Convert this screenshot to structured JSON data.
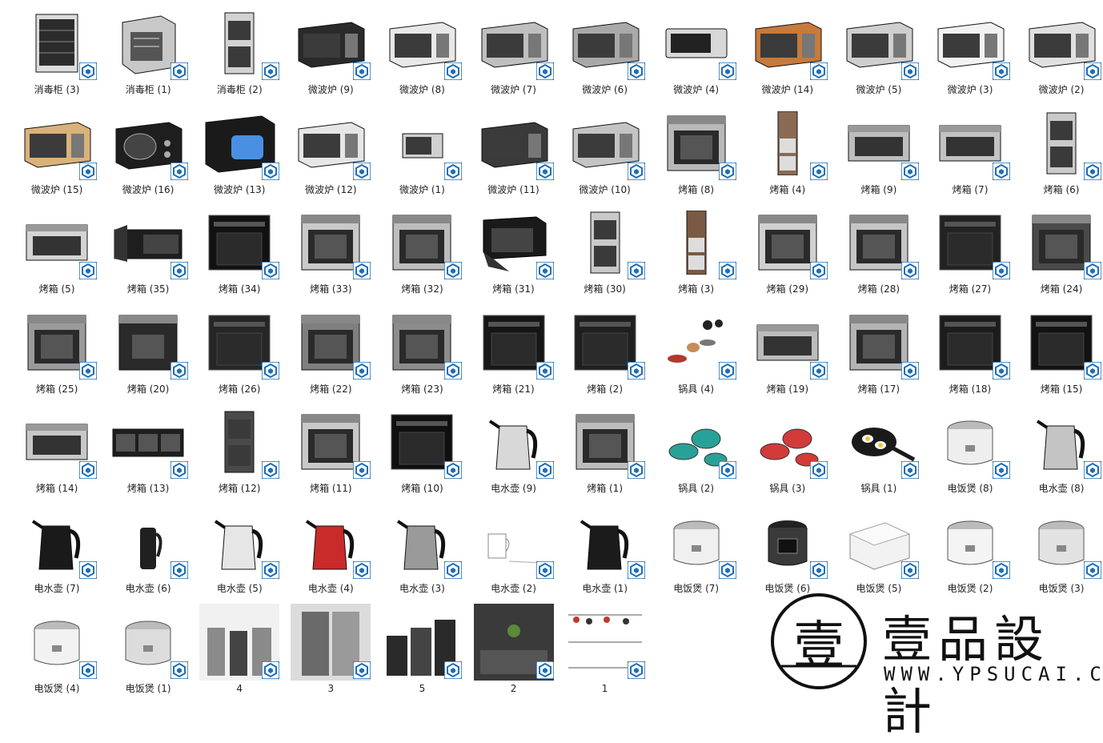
{
  "items": [
    {
      "label": "消毒柜 (3)",
      "kind": "cabinet",
      "color": "#dcdcdc"
    },
    {
      "label": "消毒柜 (1)",
      "kind": "cabinet-open",
      "color": "#c8c8c8"
    },
    {
      "label": "消毒柜 (2)",
      "kind": "double-oven",
      "color": "#d2d2d2"
    },
    {
      "label": "微波炉 (9)",
      "kind": "microwave",
      "color": "#2a2a2a"
    },
    {
      "label": "微波炉 (8)",
      "kind": "microwave",
      "color": "#e8e8e8"
    },
    {
      "label": "微波炉 (7)",
      "kind": "microwave",
      "color": "#bfbfbf"
    },
    {
      "label": "微波炉 (6)",
      "kind": "microwave",
      "color": "#a9a9a9"
    },
    {
      "label": "微波炉 (4)",
      "kind": "microwave-flat",
      "color": "#d8d8d8"
    },
    {
      "label": "微波炉 (14)",
      "kind": "microwave",
      "color": "#c67a3b"
    },
    {
      "label": "微波炉 (5)",
      "kind": "microwave",
      "color": "#cfcfcf"
    },
    {
      "label": "微波炉 (3)",
      "kind": "microwave",
      "color": "#f2f2f2"
    },
    {
      "label": "微波炉 (2)",
      "kind": "microwave",
      "color": "#e0e0e0"
    },
    {
      "label": "微波炉 (15)",
      "kind": "microwave",
      "color": "#d9b27a"
    },
    {
      "label": "微波炉 (16)",
      "kind": "microwave-round",
      "color": "#1e1e1e"
    },
    {
      "label": "微波炉 (13)",
      "kind": "microwave-blue",
      "color": "#1a1a1a"
    },
    {
      "label": "微波炉 (12)",
      "kind": "microwave",
      "color": "#e6e6e6"
    },
    {
      "label": "微波炉 (1)",
      "kind": "microwave-small",
      "color": "#d0d0d0"
    },
    {
      "label": "微波炉 (11)",
      "kind": "microwave",
      "color": "#3a3a3a"
    },
    {
      "label": "微波炉 (10)",
      "kind": "microwave",
      "color": "#c4c4c4"
    },
    {
      "label": "烤箱 (8)",
      "kind": "oven",
      "color": "#b9b9b9"
    },
    {
      "label": "烤箱 (4)",
      "kind": "oven-column",
      "color": "#8a6a52"
    },
    {
      "label": "烤箱 (9)",
      "kind": "oven-flat",
      "color": "#bdbdbd"
    },
    {
      "label": "烤箱 (7)",
      "kind": "oven-flat",
      "color": "#c2c2c2"
    },
    {
      "label": "烤箱 (6)",
      "kind": "double-oven",
      "color": "#cacaca"
    },
    {
      "label": "烤箱 (5)",
      "kind": "oven-flat",
      "color": "#d4d4d4"
    },
    {
      "label": "烤箱 (35)",
      "kind": "microwave-open",
      "color": "#1e1e1e"
    },
    {
      "label": "烤箱 (34)",
      "kind": "oven-black",
      "color": "#111111"
    },
    {
      "label": "烤箱 (33)",
      "kind": "oven",
      "color": "#c9c9c9"
    },
    {
      "label": "烤箱 (32)",
      "kind": "oven",
      "color": "#bdbdbd"
    },
    {
      "label": "烤箱 (31)",
      "kind": "oven-open",
      "color": "#1a1a1a"
    },
    {
      "label": "烤箱 (30)",
      "kind": "double-oven",
      "color": "#c9c9c9"
    },
    {
      "label": "烤箱 (3)",
      "kind": "oven-column",
      "color": "#7a5a44"
    },
    {
      "label": "烤箱 (29)",
      "kind": "oven",
      "color": "#d0d0d0"
    },
    {
      "label": "烤箱 (28)",
      "kind": "oven",
      "color": "#c5c5c5"
    },
    {
      "label": "烤箱 (27)",
      "kind": "oven-black",
      "color": "#222222"
    },
    {
      "label": "烤箱 (24)",
      "kind": "oven",
      "color": "#4a4a4a"
    },
    {
      "label": "烤箱 (25)",
      "kind": "oven",
      "color": "#9a9a9a"
    },
    {
      "label": "烤箱 (20)",
      "kind": "oven",
      "color": "#2a2a2a"
    },
    {
      "label": "烤箱 (26)",
      "kind": "oven-black",
      "color": "#262626"
    },
    {
      "label": "烤箱 (22)",
      "kind": "oven",
      "color": "#7f7f7f"
    },
    {
      "label": "烤箱 (23)",
      "kind": "oven",
      "color": "#8d8d8d"
    },
    {
      "label": "烤箱 (21)",
      "kind": "oven-black",
      "color": "#161616"
    },
    {
      "label": "烤箱 (2)",
      "kind": "oven-black",
      "color": "#1f1f1f"
    },
    {
      "label": "锅具 (4)",
      "kind": "cookware",
      "color": "#b03a2e"
    },
    {
      "label": "烤箱 (19)",
      "kind": "oven-flat",
      "color": "#bcbcbc"
    },
    {
      "label": "烤箱 (17)",
      "kind": "oven",
      "color": "#b4b4b4"
    },
    {
      "label": "烤箱 (18)",
      "kind": "oven-black",
      "color": "#1c1c1c"
    },
    {
      "label": "烤箱 (15)",
      "kind": "oven-black",
      "color": "#121212"
    },
    {
      "label": "烤箱 (14)",
      "kind": "oven-flat",
      "color": "#c8c8c8"
    },
    {
      "label": "烤箱 (13)",
      "kind": "oven-row",
      "color": "#1e1e1e"
    },
    {
      "label": "烤箱 (12)",
      "kind": "double-oven",
      "color": "#4a4a4a"
    },
    {
      "label": "烤箱 (11)",
      "kind": "oven",
      "color": "#c8c8c8"
    },
    {
      "label": "烤箱 (10)",
      "kind": "oven-black",
      "color": "#0f0f0f"
    },
    {
      "label": "电水壶 (9)",
      "kind": "kettle",
      "color": "#d8d8d8"
    },
    {
      "label": "烤箱 (1)",
      "kind": "oven",
      "color": "#bdbdbd"
    },
    {
      "label": "锅具 (2)",
      "kind": "pots",
      "color": "#2aa198"
    },
    {
      "label": "锅具 (3)",
      "kind": "pots",
      "color": "#d33a3a"
    },
    {
      "label": "锅具 (1)",
      "kind": "pan",
      "color": "#1a1a1a"
    },
    {
      "label": "电饭煲 (8)",
      "kind": "rice-cooker",
      "color": "#eeeeee"
    },
    {
      "label": "电水壶 (8)",
      "kind": "kettle",
      "color": "#c4c4c4"
    },
    {
      "label": "电水壶 (7)",
      "kind": "kettle",
      "color": "#1a1a1a"
    },
    {
      "label": "电水壶 (6)",
      "kind": "kettle-slim",
      "color": "#202020"
    },
    {
      "label": "电水壶 (5)",
      "kind": "kettle",
      "color": "#e6e6e6"
    },
    {
      "label": "电水壶 (4)",
      "kind": "kettle",
      "color": "#c92a2a"
    },
    {
      "label": "电水壶 (3)",
      "kind": "kettle",
      "color": "#9a9a9a"
    },
    {
      "label": "电水壶 (2)",
      "kind": "kettle-glass",
      "color": "#eaeaea"
    },
    {
      "label": "电水壶 (1)",
      "kind": "kettle",
      "color": "#1b1b1b"
    },
    {
      "label": "电饭煲 (7)",
      "kind": "rice-cooker",
      "color": "#f0f0f0"
    },
    {
      "label": "电饭煲 (6)",
      "kind": "pressure-cooker",
      "color": "#3a3a3a"
    },
    {
      "label": "电饭煲 (5)",
      "kind": "rice-box",
      "color": "#f2f2f2"
    },
    {
      "label": "电饭煲 (2)",
      "kind": "rice-cooker",
      "color": "#f4f4f4"
    },
    {
      "label": "电饭煲 (3)",
      "kind": "rice-cooker",
      "color": "#e2e2e2"
    },
    {
      "label": "电饭煲 (4)",
      "kind": "rice-cooker",
      "color": "#f2f2f2"
    },
    {
      "label": "电饭煲 (1)",
      "kind": "rice-cooker",
      "color": "#dcdcdc"
    },
    {
      "label": "4",
      "kind": "scene-fridges",
      "color": "#8a8a8a"
    },
    {
      "label": "3",
      "kind": "scene-fridge-open",
      "color": "#6a6a6a"
    },
    {
      "label": "5",
      "kind": "scene-stack",
      "color": "#2a2a2a"
    },
    {
      "label": "2",
      "kind": "scene-kitchen",
      "color": "#3a3a3a"
    },
    {
      "label": "1",
      "kind": "scene-utensils",
      "color": "#c0392b"
    }
  ],
  "brand": {
    "seal_char": "壹",
    "title": "壹品設計",
    "url": "WWW.YPSUCAI.COM"
  },
  "icon": {
    "name": "sketchup-icon",
    "color": "#1f6fb5"
  }
}
